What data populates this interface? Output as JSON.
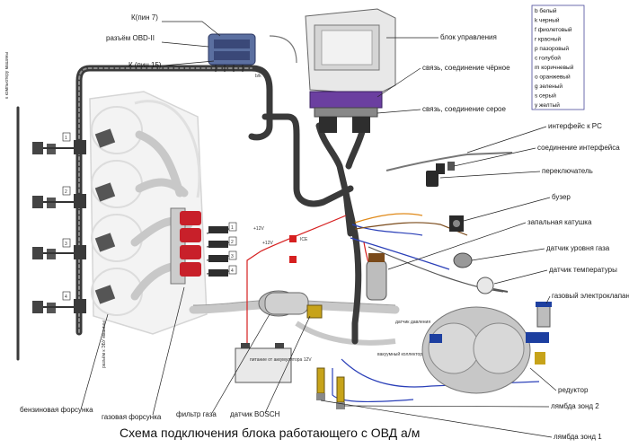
{
  "labels": {
    "k_pin7": "К(пин 7)",
    "obd_connector": "разъём OBD-II",
    "k_pin15": "К (пин 15)",
    "control_unit": "блок управления",
    "conn_black": "связь, соединение чёрное",
    "conn_gray": "связь, соединение серое",
    "pc_interface": "интерфейс к PC",
    "interface_conn": "соединение интерфейса",
    "switch": "переключатель",
    "buzzer": "бузер",
    "ignition_coil": "запальная катушка",
    "gas_level_sensor": "датчик уровня газа",
    "temp_sensor": "датчик температуры",
    "gas_solenoid": "газовый электроклапан",
    "reducer": "редуктор",
    "lambda2": "лямбда зонд 2",
    "lambda1": "лямбда зонд 1",
    "petrol_injector": "бензиновая форсунка",
    "gas_injector": "газовая форсунка",
    "gas_filter": "фильтр газа",
    "bosch_sensor": "датчик BOSCH",
    "to_pc_side": "к компьютеру машины",
    "to_engine_ecu": "разъём к ЭБУ машины",
    "battery_text": "питание от аккумулятора 12V",
    "fuse_text_1": "+12V",
    "fuse_text_2": "+12V",
    "fuse_label": "ICE",
    "pressure_label": "датчик давления",
    "vacuum_label": "вакуумный коллектор",
    "num_1": "1",
    "num_2": "2",
    "num_3": "3",
    "num_4": "4",
    "wire_bk": "b/k"
  },
  "title": "Схема подключения блока работающего с ОВД а/м",
  "legend": [
    "b белый",
    "k черный",
    "f фиолетовый",
    "r красный",
    "p пазоровый",
    "c голубой",
    "m коричневый",
    "o оранжевый",
    "g зеленый",
    "s серый",
    "y желтый"
  ],
  "colors": {
    "harness": "#3a3a3a",
    "wire_red": "#d62020",
    "wire_blue": "#2a3fb8",
    "wire_orange": "#e08a1a",
    "wire_brown": "#7a4a1a",
    "rail_red": "#c8202a",
    "tube": "#c8c8c8"
  }
}
